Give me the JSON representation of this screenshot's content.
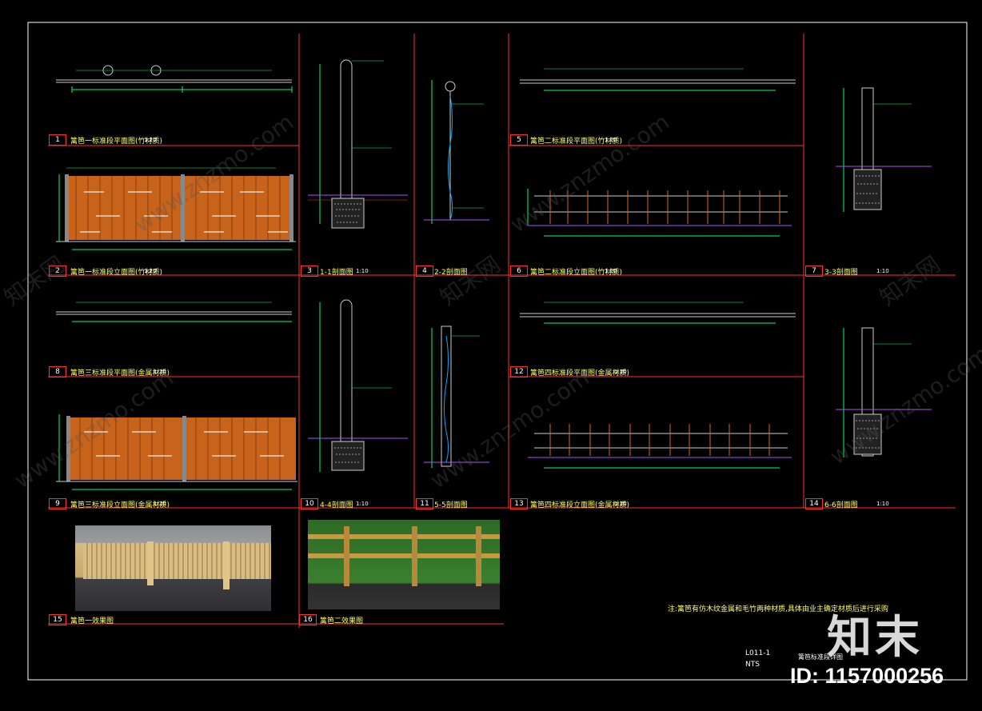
{
  "panels": [
    {
      "num": "1",
      "title": "篱笆一标准段平面图(竹材质)",
      "scale": "1:20"
    },
    {
      "num": "2",
      "title": "篱笆一标准段立面图(竹材质)",
      "scale": "1:20"
    },
    {
      "num": "3",
      "title": "1-1剖面图",
      "scale": "1:10"
    },
    {
      "num": "4",
      "title": "2-2剖面图",
      "scale": ""
    },
    {
      "num": "5",
      "title": "篱笆二标准段平面图(竹材质)",
      "scale": "1:20"
    },
    {
      "num": "6",
      "title": "篱笆二标准段立面图(竹材质)",
      "scale": "1:20"
    },
    {
      "num": "7",
      "title": "3-3剖面图",
      "scale": "1:10"
    },
    {
      "num": "8",
      "title": "篱笆三标准段平面图(金属材质)",
      "scale": "1:20"
    },
    {
      "num": "9",
      "title": "篱笆三标准段立面图(金属材质)",
      "scale": "1:20"
    },
    {
      "num": "10",
      "title": "4-4剖面图",
      "scale": "1:10"
    },
    {
      "num": "11",
      "title": "5-5剖面图",
      "scale": ""
    },
    {
      "num": "12",
      "title": "篱笆四标准段平面图(金属材质)",
      "scale": "1:20"
    },
    {
      "num": "13",
      "title": "篱笆四标准段立面图(金属材质)",
      "scale": "1:20"
    },
    {
      "num": "14",
      "title": "6-6剖面图",
      "scale": "1:10"
    },
    {
      "num": "15",
      "title": "篱笆一效果图",
      "scale": ""
    },
    {
      "num": "16",
      "title": "篱笆二效果图",
      "scale": ""
    }
  ],
  "note": "注:篱笆有仿木纹金属和毛竹两种材质,具体由业主确定材质后进行采购",
  "title_block": {
    "code": "L011-1",
    "scale": "NTS",
    "name": "篱笆标准段详图"
  },
  "watermark": {
    "site": "www.znzmo.com",
    "brand": "知末网",
    "logo": "知末",
    "id": "ID: 1157000256"
  },
  "colors": {
    "frame": "#ff3030",
    "dim": "#00ff66",
    "label": "#ffff66",
    "wood": "#d2691e",
    "soil": "#cccccc"
  }
}
